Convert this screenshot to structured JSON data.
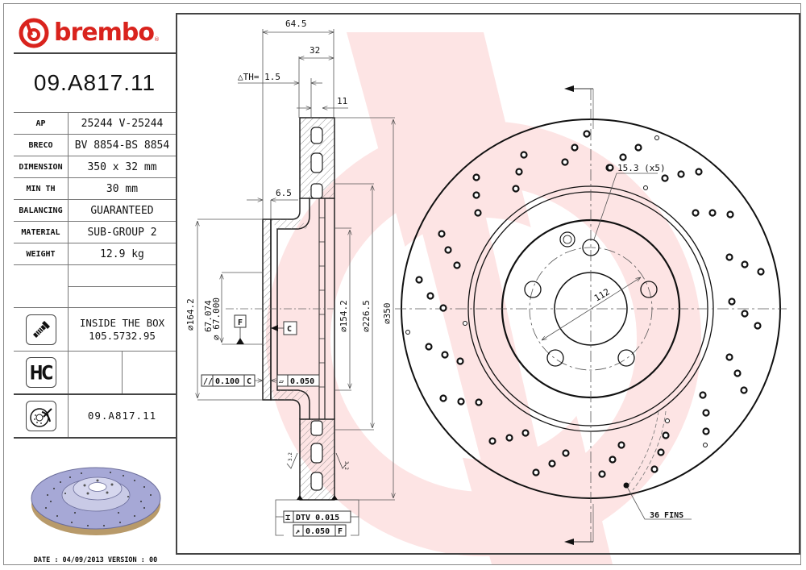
{
  "brand": {
    "logo_text": "brembo",
    "registered_mark": "®",
    "brand_color": "#d9231d",
    "watermark_color": "#fbe3e3"
  },
  "title_block": {
    "part_number": "09.A817.11",
    "specs": [
      {
        "key": "AP",
        "value": "25244 V-25244"
      },
      {
        "key": "BRECO",
        "value": "BV 8854-BS 8854"
      },
      {
        "key": "DIMENSION",
        "value": "350 x 32 mm"
      },
      {
        "key": "MIN TH",
        "value": "30 mm"
      },
      {
        "key": "BALANCING",
        "value": "GUARANTEED"
      },
      {
        "key": "MATERIAL",
        "value": "SUB-GROUP 2"
      },
      {
        "key": "WEIGHT",
        "value": "12.9 kg"
      }
    ],
    "inside_box": {
      "icon": "screw-icon",
      "line1": "INSIDE THE BOX",
      "line2": "105.5732.95"
    },
    "hc_badge": {
      "icon": "hc-badge-icon",
      "label": "HC"
    },
    "disc_row": {
      "icon": "brake-disc-icon",
      "part_number": "09.A817.11"
    },
    "footer": "DATE : 04/09/2013 VERSION : 00"
  },
  "section_view": {
    "dimensions": {
      "overall_height": "64.5",
      "thickness": "32",
      "delta_th": "△TH= 1.5",
      "vent_gap": "11",
      "hat_wall": "6.5",
      "d_hat": "⌀164.2",
      "d_bore_max": "67.074",
      "d_bore_min": "⌀ 67.000",
      "d_inner_friction": "⌀154.2",
      "d_226": "⌀226.5",
      "d_outer": "⌀350"
    },
    "datums": {
      "f": "F",
      "c": "C"
    },
    "tolerances": {
      "parallelism": {
        "symbol": "//",
        "value": "0.100",
        "datum": "C"
      },
      "flatness": {
        "symbol": "▱",
        "value": "0.050"
      },
      "dtv": {
        "symbol": "⌶",
        "value": "DTV 0.015"
      },
      "runout": {
        "symbol": "↗",
        "value": "0.050",
        "datum": "F"
      }
    },
    "surface_marks": [
      "3.2",
      "3.2"
    ]
  },
  "front_view": {
    "bolt_hole_callout": "15.3 (x5)",
    "pcd": "112",
    "fins_callout": "36 FINS"
  }
}
